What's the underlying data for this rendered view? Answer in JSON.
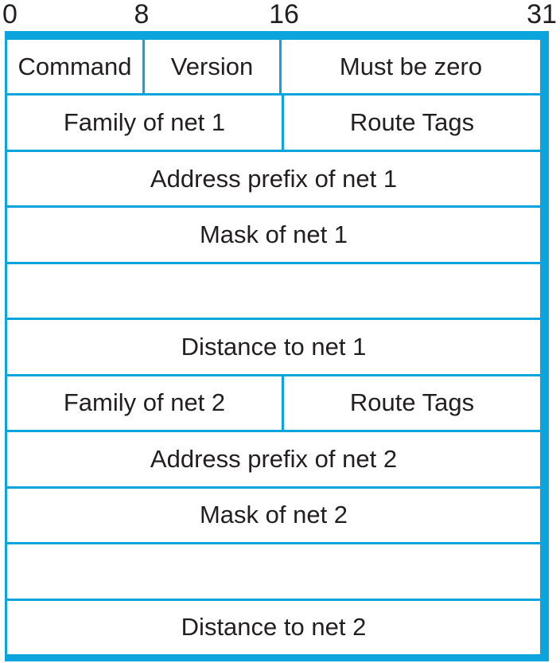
{
  "colors": {
    "accent": "#0ca4dd",
    "text": "#231f20",
    "background": "#ffffff"
  },
  "bit_ruler": {
    "labels": [
      "0",
      "8",
      "16",
      "31"
    ]
  },
  "packet_table": {
    "rows": [
      {
        "cells": [
          {
            "label": "Command"
          },
          {
            "label": "Version"
          },
          {
            "label": "Must be zero"
          }
        ]
      },
      {
        "cells": [
          {
            "label": "Family of net 1"
          },
          {
            "label": "Route Tags"
          }
        ]
      },
      {
        "cells": [
          {
            "label": "Address prefix of net 1"
          }
        ]
      },
      {
        "cells": [
          {
            "label": "Mask of net 1"
          }
        ]
      },
      {
        "cells": [
          {
            "label": ""
          }
        ]
      },
      {
        "cells": [
          {
            "label": "Distance to net 1"
          }
        ]
      },
      {
        "cells": [
          {
            "label": "Family of net 2"
          },
          {
            "label": "Route Tags"
          }
        ]
      },
      {
        "cells": [
          {
            "label": "Address prefix of net 2"
          }
        ]
      },
      {
        "cells": [
          {
            "label": "Mask of net 2"
          }
        ]
      },
      {
        "cells": [
          {
            "label": ""
          }
        ]
      },
      {
        "cells": [
          {
            "label": "Distance to net 2"
          }
        ]
      }
    ]
  }
}
